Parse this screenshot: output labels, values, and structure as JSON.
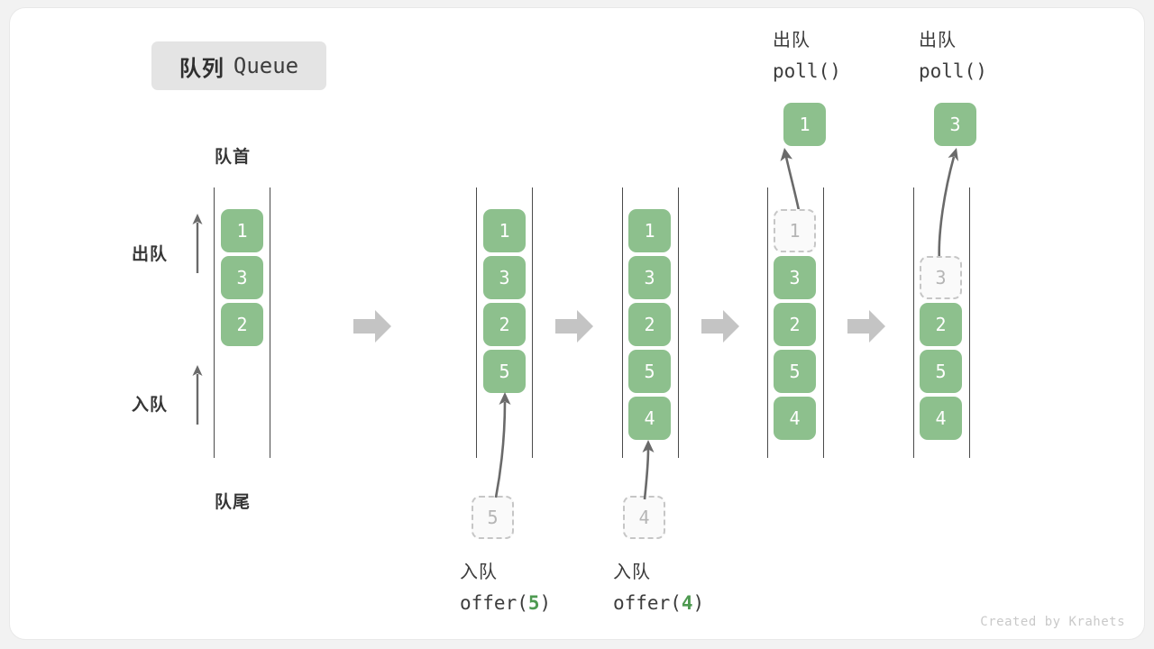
{
  "title": {
    "cn": "队列",
    "en": "Queue"
  },
  "watermark": "Created by Krahets",
  "labels": {
    "front": "队首",
    "rear": "队尾",
    "dequeue_dir": "出队",
    "enqueue_dir": "入队"
  },
  "operations": [
    {
      "cn": "入队",
      "fn": "offer(",
      "arg": "5",
      "close": ")"
    },
    {
      "cn": "入队",
      "fn": "offer(",
      "arg": "4",
      "close": ")"
    },
    {
      "cn": "出队",
      "fn": "poll(",
      "arg": "",
      "close": ")"
    },
    {
      "cn": "出队",
      "fn": "poll(",
      "arg": "",
      "close": ")"
    }
  ],
  "stages": [
    {
      "name": "initial",
      "cells": [
        {
          "value": "1",
          "state": "filled"
        },
        {
          "value": "3",
          "state": "filled"
        },
        {
          "value": "2",
          "state": "filled"
        }
      ]
    },
    {
      "name": "after-offer-5",
      "cells": [
        {
          "value": "1",
          "state": "filled"
        },
        {
          "value": "3",
          "state": "filled"
        },
        {
          "value": "2",
          "state": "filled"
        },
        {
          "value": "5",
          "state": "filled"
        }
      ],
      "incoming": {
        "value": "5",
        "state": "ghost"
      }
    },
    {
      "name": "after-offer-4",
      "cells": [
        {
          "value": "1",
          "state": "filled"
        },
        {
          "value": "3",
          "state": "filled"
        },
        {
          "value": "2",
          "state": "filled"
        },
        {
          "value": "5",
          "state": "filled"
        },
        {
          "value": "4",
          "state": "filled"
        }
      ],
      "incoming": {
        "value": "4",
        "state": "ghost"
      }
    },
    {
      "name": "after-poll-1",
      "cells": [
        {
          "value": "1",
          "state": "ghost"
        },
        {
          "value": "3",
          "state": "filled"
        },
        {
          "value": "2",
          "state": "filled"
        },
        {
          "value": "5",
          "state": "filled"
        },
        {
          "value": "4",
          "state": "filled"
        }
      ],
      "outgoing": {
        "value": "1",
        "state": "filled"
      }
    },
    {
      "name": "after-poll-3",
      "cells": [
        {
          "value": "",
          "state": "empty"
        },
        {
          "value": "3",
          "state": "ghost"
        },
        {
          "value": "2",
          "state": "filled"
        },
        {
          "value": "5",
          "state": "filled"
        },
        {
          "value": "4",
          "state": "filled"
        }
      ],
      "outgoing": {
        "value": "3",
        "state": "filled"
      }
    }
  ],
  "colors": {
    "item_green": "#8dc08d",
    "ghost_border": "#c6c6c6",
    "flow_arrow": "#c4c4c4",
    "rail": "#4a4a4a",
    "text": "#3c3c3c"
  }
}
